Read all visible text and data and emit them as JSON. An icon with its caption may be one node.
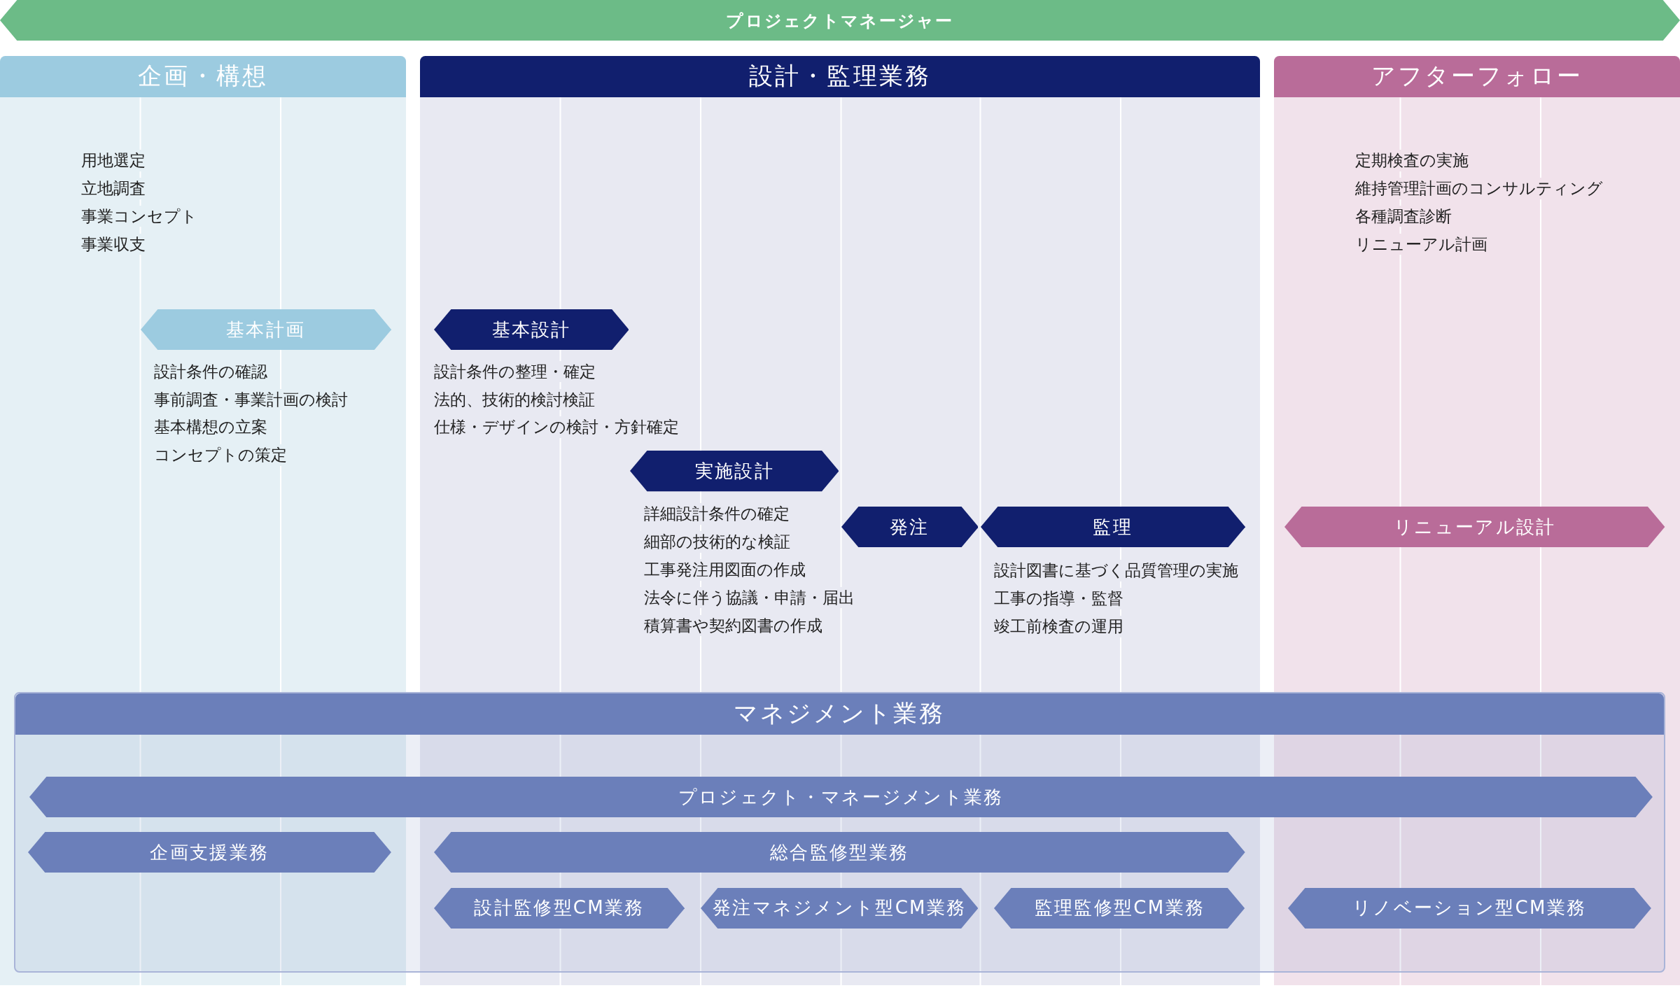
{
  "diagram": {
    "nodes": [
      {
        "text": [
          "プロジェクトマネージャー"
        ]
      },
      {
        "text": [
          "企画・構想",
          "用地選定",
          "立地調査",
          "事業コンセプト",
          "事業収支"
        ]
      },
      {
        "text": [
          "基本計画"
        ],
        "in": 1,
        "beside": [
          "設計条件の確認",
          "事前調査・事業計画の検討",
          "基本構想の立案",
          "コンセプトの策定"
        ]
      },
      {
        "text": [
          "設計・監理業務"
        ]
      },
      {
        "text": [
          "基本設計"
        ],
        "in": 3,
        "beside": [
          "設計条件の整理・確定",
          "法的、技術的検討検証",
          "仕様・デザインの検討・方針確定"
        ]
      },
      {
        "text": [
          "実施設計"
        ],
        "in": 3,
        "beside": [
          "詳細設計条件の確定",
          "細部の技術的な検証",
          "工事発注用図面の作成",
          "法令に伴う協議・申請・届出",
          "積算書や契約図書の作成"
        ]
      },
      {
        "text": [
          "発注"
        ],
        "in": 3
      },
      {
        "text": [
          "監理"
        ],
        "in": 3,
        "beside": [
          "設計図書に基づく品質管理の実施",
          "工事の指導・監督",
          "竣工前検査の運用"
        ]
      },
      {
        "text": [
          "アフターフォロー",
          "定期検査の実施",
          "維持管理計画のコンサルティング",
          "各種調査診断",
          "リニューアル計画"
        ]
      },
      {
        "text": [
          "リニューアル設計"
        ],
        "in": 8
      },
      {
        "text": [
          "マネジメント業務"
        ]
      },
      {
        "text": [
          "プロジェクト・マネージメント業務"
        ],
        "in": 10
      },
      {
        "text": [
          "企画支援業務"
        ]
      },
      {
        "text": [
          "総合監修型業務"
        ]
      },
      {
        "text": [
          "設計監修型CM業務"
        ]
      },
      {
        "text": [
          "発注マネジメント型CM業務"
        ]
      },
      {
        "text": [
          "監理監修型CM業務"
        ]
      },
      {
        "text": [
          "リノベーション型CM業務"
        ]
      }
    ],
    "edges": []
  }
}
